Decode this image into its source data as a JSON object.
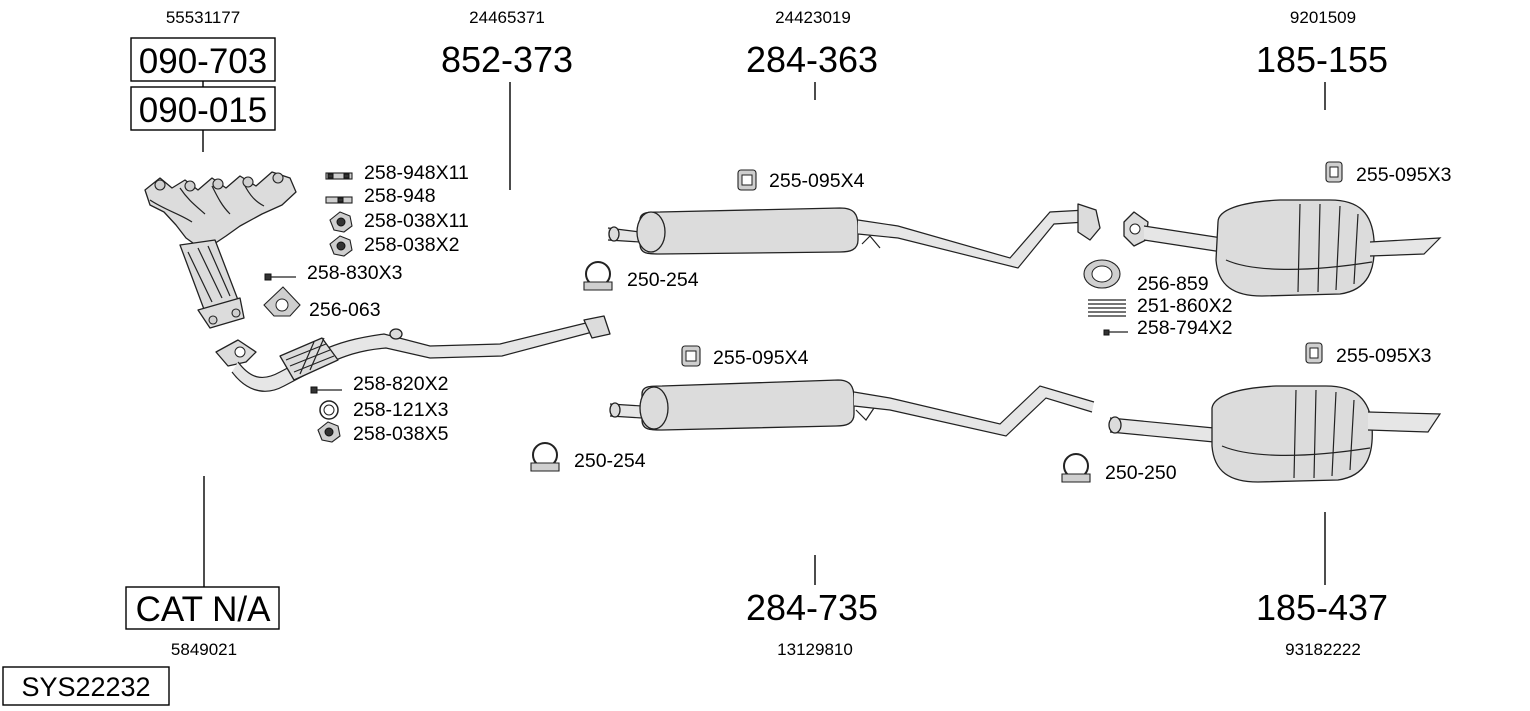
{
  "diagram_id": "SYS22232",
  "top_row": [
    {
      "oe": "55531177",
      "parts": [
        "090-703",
        "090-015"
      ]
    },
    {
      "oe": "24465371",
      "part": "852-373"
    },
    {
      "oe": "24423019",
      "part": "284-363"
    },
    {
      "oe": "9201509",
      "part": "185-155"
    }
  ],
  "bottom_row": [
    {
      "oe": "5849021",
      "part": "CAT N/A"
    },
    {
      "oe": "13129810",
      "part": "284-735"
    },
    {
      "oe": "93182222",
      "part": "185-437"
    }
  ],
  "fittings": {
    "manifold": [
      "258-948X11",
      "258-948",
      "258-038X11",
      "258-038X2",
      "258-830X3",
      "256-063"
    ],
    "front_pipe": [
      "258-820X2",
      "258-121X3",
      "258-038X5"
    ],
    "mid_upper": [
      "255-095X4",
      "250-254"
    ],
    "mid_lower": [
      "255-095X4",
      "250-254"
    ],
    "rear_upper": [
      "255-095X3",
      "256-859",
      "251-860X2",
      "258-794X2"
    ],
    "rear_lower": [
      "255-095X3",
      "250-250"
    ]
  }
}
